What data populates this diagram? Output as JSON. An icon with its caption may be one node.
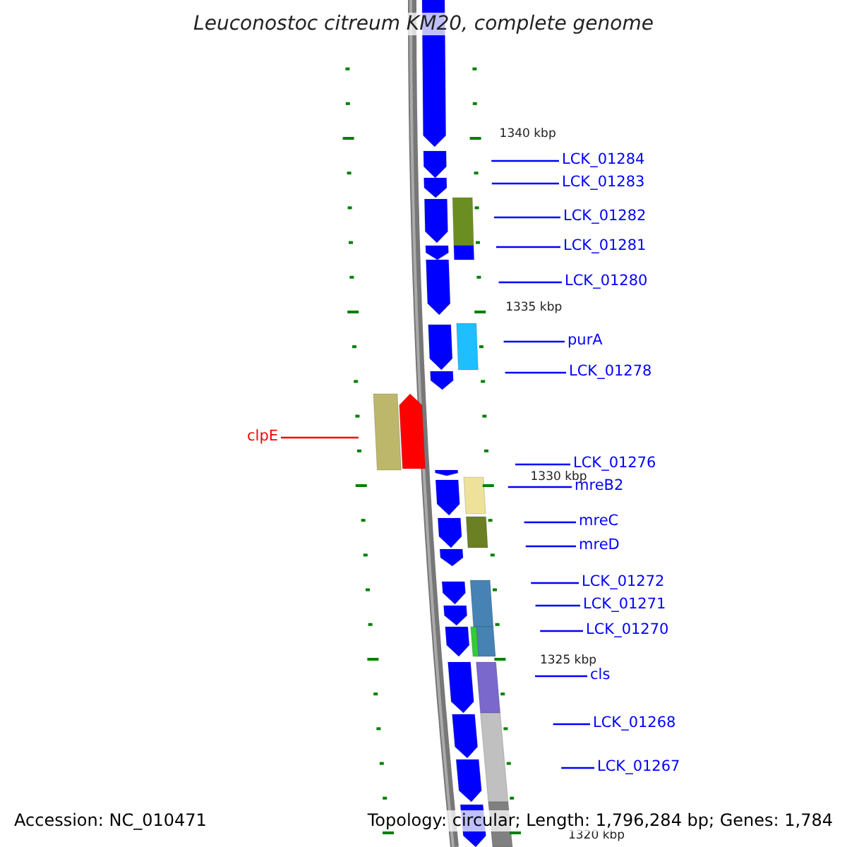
{
  "diagram": {
    "title": "Leuconostoc citreum KM20, complete genome",
    "nodes": [
      {
        "text": [
          "LCK_01284"
        ]
      },
      {
        "text": [
          "LCK_01283"
        ]
      },
      {
        "text": [
          "LCK_01282"
        ]
      },
      {
        "text": [
          "LCK_01281"
        ]
      },
      {
        "text": [
          "LCK_01280"
        ]
      },
      {
        "text": [
          "purA"
        ]
      },
      {
        "text": [
          "LCK_01278"
        ]
      },
      {
        "text": [
          "clpE"
        ]
      },
      {
        "text": [
          "LCK_01276"
        ]
      },
      {
        "text": [
          "mreB2"
        ]
      },
      {
        "text": [
          "mreC"
        ]
      },
      {
        "text": [
          "mreD"
        ]
      },
      {
        "text": [
          "LCK_01272"
        ]
      },
      {
        "text": [
          "LCK_01271"
        ]
      },
      {
        "text": [
          "LCK_01270"
        ]
      },
      {
        "text": [
          "cls"
        ]
      },
      {
        "text": [
          "LCK_01268"
        ]
      },
      {
        "text": [
          "LCK_01267"
        ]
      }
    ],
    "edges": [
      {
        "from": 0,
        "to": null,
        "arrow": "none"
      },
      {
        "from": 1,
        "to": null,
        "arrow": "none"
      },
      {
        "from": 2,
        "to": null,
        "arrow": "none"
      },
      {
        "from": 3,
        "to": null,
        "arrow": "none"
      },
      {
        "from": 4,
        "to": null,
        "arrow": "none"
      },
      {
        "from": 5,
        "to": null,
        "arrow": "none"
      },
      {
        "from": 6,
        "to": null,
        "arrow": "none"
      },
      {
        "from": 7,
        "to": null,
        "arrow": "none",
        "color": "#ff0000"
      },
      {
        "from": 8,
        "to": null,
        "arrow": "none"
      },
      {
        "from": 9,
        "to": null,
        "arrow": "none"
      },
      {
        "from": 10,
        "to": null,
        "arrow": "none"
      },
      {
        "from": 11,
        "to": null,
        "arrow": "none"
      },
      {
        "from": 12,
        "to": null,
        "arrow": "none"
      },
      {
        "from": 13,
        "to": null,
        "arrow": "none"
      },
      {
        "from": 14,
        "to": null,
        "arrow": "none"
      },
      {
        "from": 15,
        "to": null,
        "arrow": "none"
      },
      {
        "from": 16,
        "to": null,
        "arrow": "none"
      },
      {
        "from": 17,
        "to": null,
        "arrow": "none"
      }
    ],
    "labels": [
      "1340 kbp",
      "1335 kbp",
      "1330 kbp",
      "1325 kbp",
      "1320 kbp",
      "Accession: NC_010471",
      "Topology: circular; Length: 1,796,284 bp; Genes: 1,784"
    ]
  }
}
